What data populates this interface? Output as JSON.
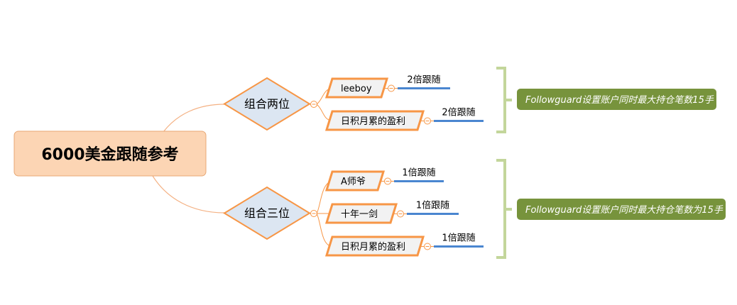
{
  "root": {
    "label": "6000美金跟随参考"
  },
  "groups": [
    {
      "label": "组合两位",
      "children": [
        {
          "label": "leeboy",
          "note": "2倍跟随"
        },
        {
          "label": "日积月累的盈利",
          "note": "2倍跟随"
        }
      ],
      "summary": "Followguard设置账户同时最大持仓笔数15手"
    },
    {
      "label": "组合三位",
      "children": [
        {
          "label": "A师爷",
          "note": "1倍跟随"
        },
        {
          "label": "十年一剑",
          "note": "1倍跟随"
        },
        {
          "label": "日积月累的盈利",
          "note": "1倍跟随"
        }
      ],
      "summary": "Followguard设置账户同时最大持仓笔数为15手"
    }
  ],
  "colors": {
    "root_fill": "#FCD5B4",
    "accent": "#F79646",
    "diamond_fill": "#DCE6F2",
    "note_line": "#4A86D0",
    "bracket": "#C3D69B",
    "summary_fill": "#77933C"
  }
}
